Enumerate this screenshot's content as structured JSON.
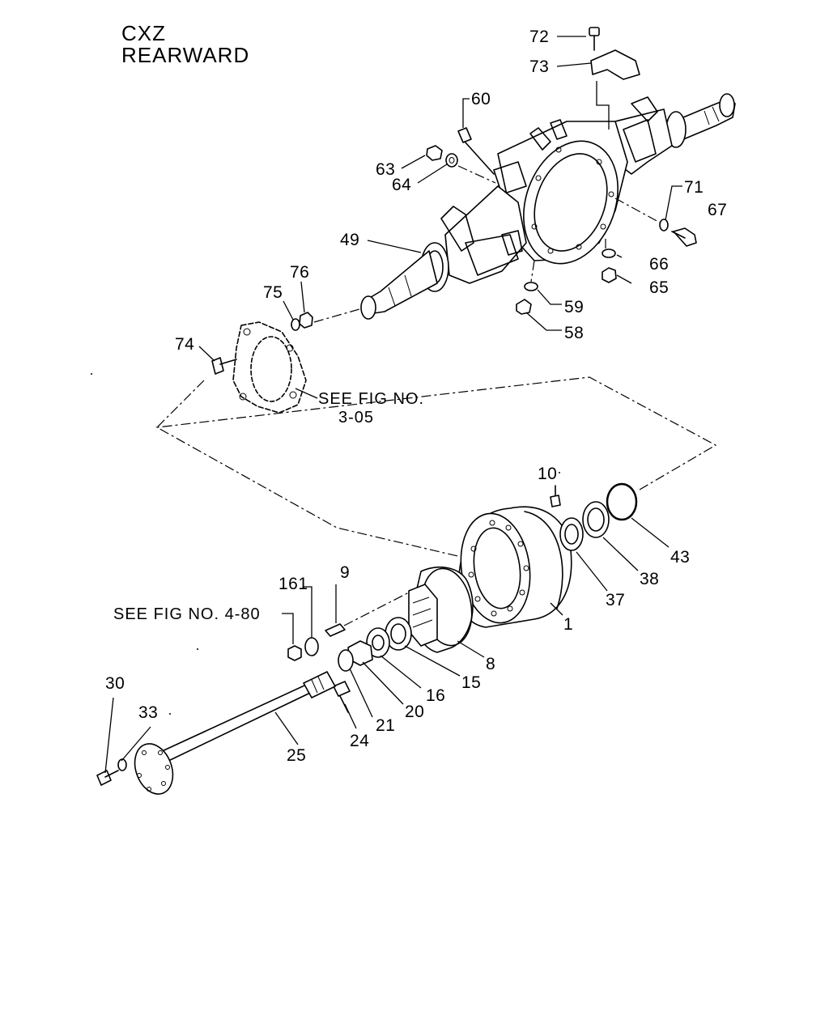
{
  "title": {
    "line1": "CXZ",
    "line2": "REARWARD"
  },
  "notes": {
    "see_fig_3": {
      "line1": "SEE FIG NO.",
      "line2": "3-05"
    },
    "see_fig_4": "SEE FIG NO. 4-80"
  },
  "part_numbers": {
    "p72": "72",
    "p73": "73",
    "p60": "60",
    "p63": "63",
    "p64": "64",
    "p71": "71",
    "p67": "67",
    "p49": "49",
    "p66": "66",
    "p65": "65",
    "p59": "59",
    "p58": "58",
    "p76": "76",
    "p75": "75",
    "p74": "74",
    "p10": "10",
    "p43": "43",
    "p38": "38",
    "p37": "37",
    "p1": "1",
    "p161": "161",
    "p9": "9",
    "p8": "8",
    "p15": "15",
    "p16": "16",
    "p20": "20",
    "p21": "21",
    "p24": "24",
    "p30": "30",
    "p33": "33",
    "p25": "25"
  }
}
